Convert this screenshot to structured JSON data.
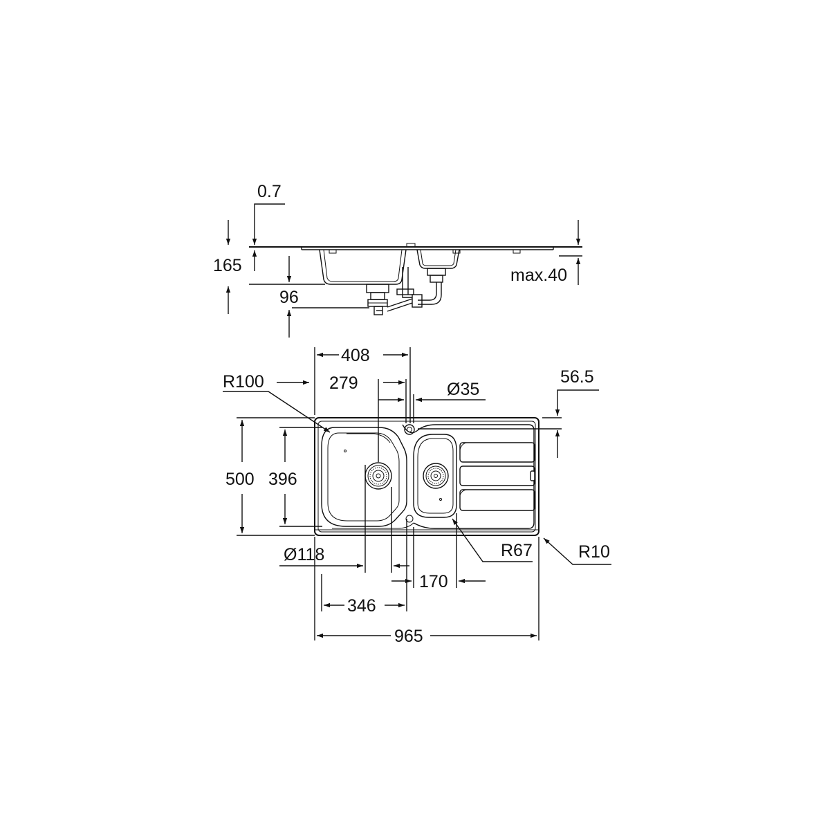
{
  "diagram": {
    "side_view": {
      "labels": {
        "sheet_thickness": "0.7",
        "total_depth": "165",
        "bowl_depth": "96",
        "max_worktop": "max.40"
      }
    },
    "top_view": {
      "labels": {
        "main_bowl_width": "408",
        "tap_hole_offset": "279",
        "tap_hole_diameter": "Ø35",
        "tap_hole_distance": "56.5",
        "main_bowl_radius": "R100",
        "overall_depth": "500",
        "bowl_depth": "396",
        "waste_diameter": "Ø118",
        "small_bowl_radius": "R67",
        "corner_radius": "R10",
        "small_bowl_width": "170",
        "waste_offset": "346",
        "overall_width": "965"
      }
    }
  }
}
